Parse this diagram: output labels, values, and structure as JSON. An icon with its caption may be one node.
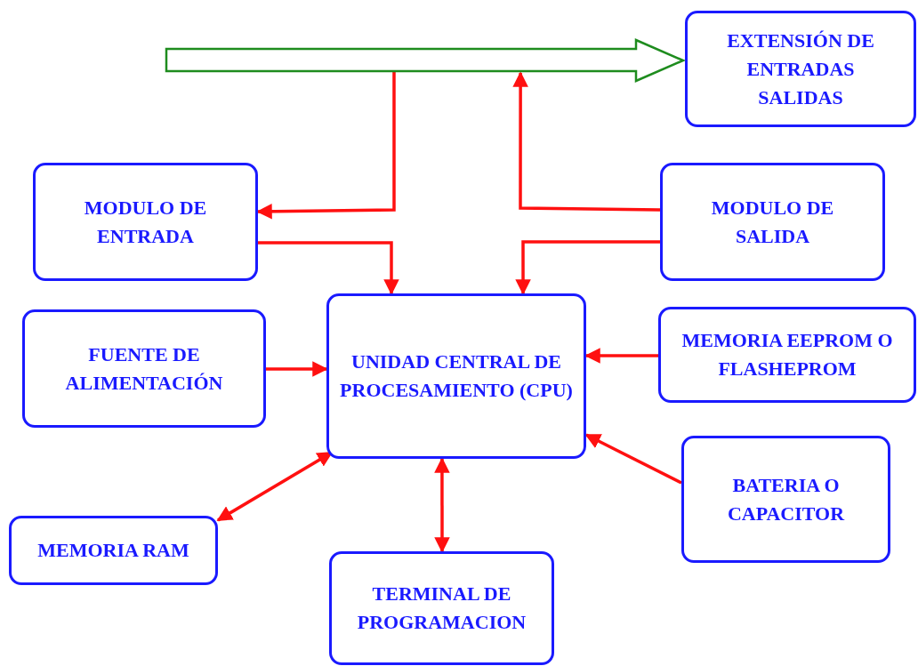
{
  "diagram": {
    "nodes": [
      {
        "text": [],
        "shape": "arrow"
      },
      {
        "text": [
          "EXTENSIÓN DE ENTRADAS SALIDAS"
        ]
      },
      {
        "text": [
          "MODULO DE ENTRADA"
        ]
      },
      {
        "text": [
          "MODULO DE SALIDA"
        ]
      },
      {
        "text": [
          "FUENTE DE ALIMENTACIÓN"
        ]
      },
      {
        "text": [
          "UNIDAD CENTRAL DE PROCESAMIENTO (CPU)"
        ]
      },
      {
        "text": [
          "MEMORIA EEPROM O FLASHEPROM"
        ]
      },
      {
        "text": [
          "MEMORIA RAM"
        ]
      },
      {
        "text": [
          "BATERIA O CAPACITOR"
        ]
      },
      {
        "text": [
          "TERMINAL DE PROGRAMACION"
        ]
      }
    ],
    "edges": [
      {
        "from": 0,
        "to": 2,
        "arrow": "to"
      },
      {
        "from": 3,
        "to": 0,
        "arrow": "to"
      },
      {
        "from": 2,
        "to": 5,
        "arrow": "to"
      },
      {
        "from": 3,
        "to": 5,
        "arrow": "to"
      },
      {
        "from": 4,
        "to": 5,
        "arrow": "to"
      },
      {
        "from": 6,
        "to": 5,
        "arrow": "to"
      },
      {
        "from": 7,
        "to": 5,
        "arrow": "both"
      },
      {
        "from": 9,
        "to": 5,
        "arrow": "both"
      },
      {
        "from": 8,
        "to": 5,
        "arrow": "to"
      }
    ]
  }
}
